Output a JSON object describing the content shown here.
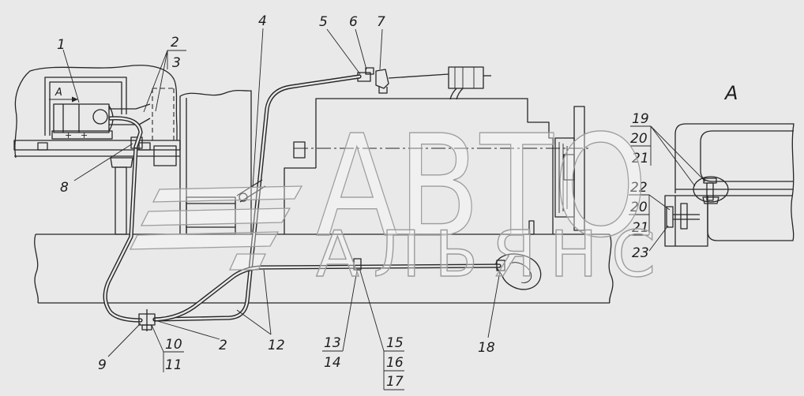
{
  "view_labels": {
    "detail_view": "A",
    "view_arrow": "A"
  },
  "terminal_marks": [
    "+",
    "+"
  ],
  "callouts": {
    "c1": "1",
    "c2_top": "2",
    "c3": "3",
    "c4": "4",
    "c5": "5",
    "c6": "6",
    "c7": "7",
    "c8": "8",
    "c9": "9",
    "c10": "10",
    "c11": "11",
    "c2_bottom": "2",
    "c12": "12",
    "c13": "13",
    "c14": "14",
    "c15": "15",
    "c16": "16",
    "c17": "17",
    "c18": "18",
    "c19": "19",
    "c20_a": "20",
    "c21_a": "21",
    "c22": "22",
    "c20_b": "20",
    "c21_b": "21",
    "c23": "23"
  },
  "watermark": {
    "line1": "АВТО",
    "line2": "АЛЬЯНС"
  },
  "colors": {
    "background": "#e9e9e9",
    "line": "#262626",
    "watermark_stroke": "#9c9c9c"
  }
}
